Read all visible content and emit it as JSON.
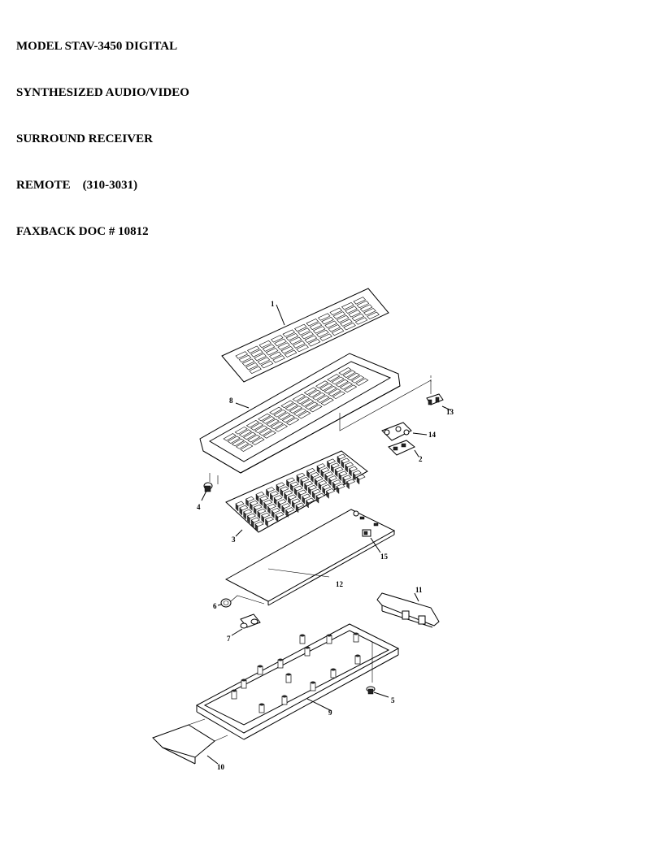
{
  "header": {
    "lines": [
      "MODEL STAV-3450 DIGITAL",
      "SYNTHESIZED AUDIO/VIDEO",
      "SURROUND RECEIVER",
      "REMOTE    (310-3031)",
      "FAXBACK DOC # 10812"
    ]
  },
  "parts": {
    "p1": "1",
    "p2": "2",
    "p3": "3",
    "p4": "4",
    "p5": "5",
    "p6": "6",
    "p7": "7",
    "p8": "8",
    "p9": "9",
    "p10": "10",
    "p11": "11",
    "p12": "12",
    "p13": "13",
    "p14": "14",
    "p15": "15"
  }
}
